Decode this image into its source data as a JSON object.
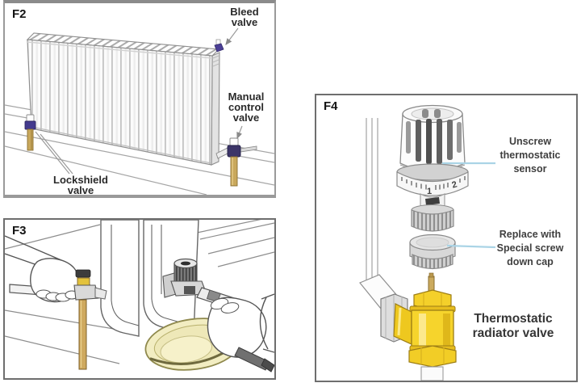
{
  "panels": {
    "f2": {
      "id": "F2",
      "callouts": {
        "bleed": [
          "Bleed",
          "valve"
        ],
        "manual": [
          "Manual",
          "control",
          "valve"
        ],
        "lockshield": [
          "Lockshield",
          "valve"
        ]
      }
    },
    "f3": {
      "id": "F3"
    },
    "f4": {
      "id": "F4",
      "callouts": {
        "unscrew": [
          "Unscrew",
          "thermostatic",
          "sensor"
        ],
        "replace": [
          "Replace with",
          "Special screw",
          "down cap"
        ],
        "trv": [
          "Thermostatic",
          "radiator valve"
        ]
      },
      "dial_tick_labels": [
        "1",
        "2"
      ]
    }
  },
  "colors": {
    "callout_line_blue": "#aad4e6",
    "valve_purple": "#433a8e",
    "manual_valve_dark": "#3c3568",
    "brass_pipe": "#c9a85c",
    "valve_yellow": "#f6d42c",
    "bowl_cream": "#f2edc2",
    "panel_border": "#6e6e6e",
    "line_art_gray": "#8f8f8f"
  }
}
